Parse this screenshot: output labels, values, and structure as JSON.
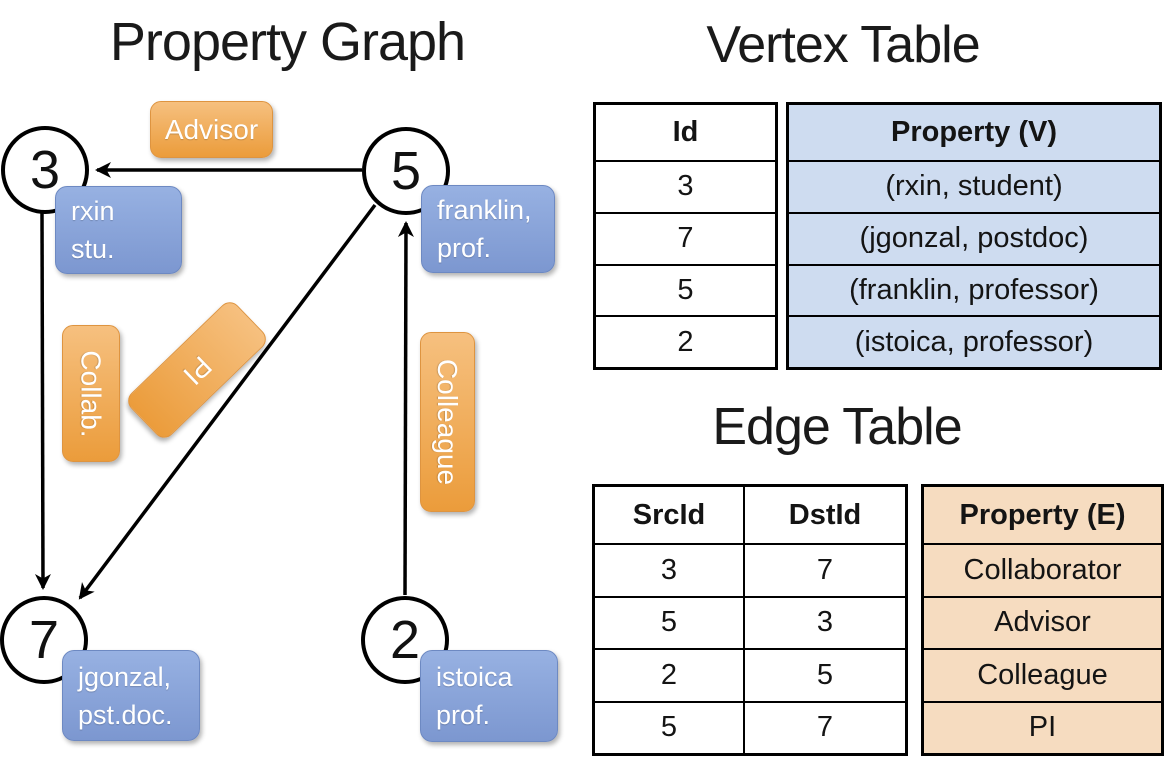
{
  "titles": {
    "graph": "Property Graph",
    "vertex_table": "Vertex Table",
    "edge_table": "Edge Table"
  },
  "graph": {
    "nodes": [
      {
        "id": "3",
        "line1": "rxin",
        "line2": "stu."
      },
      {
        "id": "5",
        "line1": "franklin,",
        "line2": "prof."
      },
      {
        "id": "7",
        "line1": "jgonzal,",
        "line2": "pst.doc."
      },
      {
        "id": "2",
        "line1": "istoica",
        "line2": "prof."
      }
    ],
    "edge_labels": {
      "advisor": "Advisor",
      "collab": "Collab.",
      "pi": "PI",
      "colleague": "Colleague"
    }
  },
  "vertex_table": {
    "headers": {
      "id": "Id",
      "property": "Property (V)"
    },
    "rows": [
      {
        "id": "3",
        "property": "(rxin, student)"
      },
      {
        "id": "7",
        "property": "(jgonzal, postdoc)"
      },
      {
        "id": "5",
        "property": "(franklin, professor)"
      },
      {
        "id": "2",
        "property": "(istoica, professor)"
      }
    ]
  },
  "edge_table": {
    "headers": {
      "src": "SrcId",
      "dst": "DstId",
      "property": "Property (E)"
    },
    "rows": [
      {
        "src": "3",
        "dst": "7",
        "property": "Collaborator"
      },
      {
        "src": "5",
        "dst": "3",
        "property": "Advisor"
      },
      {
        "src": "2",
        "dst": "5",
        "property": "Colleague"
      },
      {
        "src": "5",
        "dst": "7",
        "property": "PI"
      }
    ]
  },
  "colors": {
    "edge_accent": "#EB9C3B",
    "edge_accent_light": "#F6C07F",
    "vertex_accent": "#7C97D0",
    "vertex_accent_light": "#97B1E2",
    "vertex_cell_bg": "#CEDCF0",
    "edge_cell_bg": "#F6DCC0",
    "line": "#000000"
  }
}
